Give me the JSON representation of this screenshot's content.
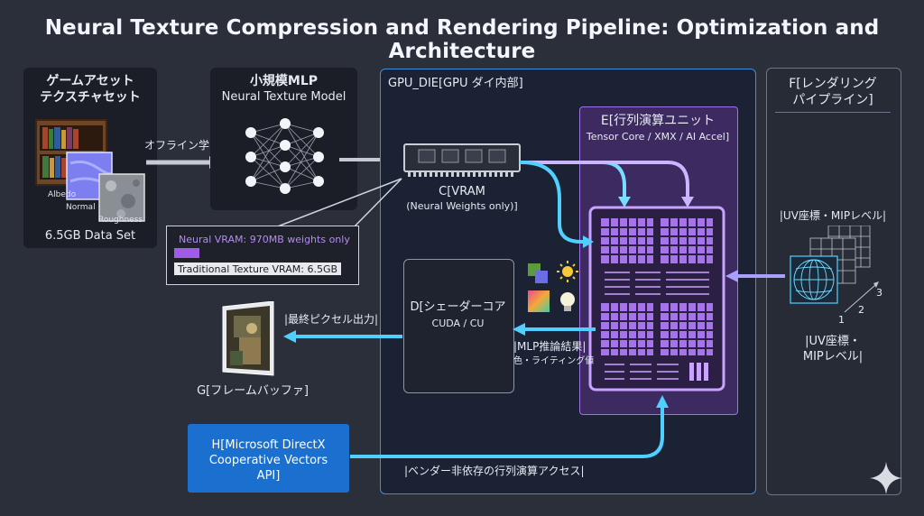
{
  "title": "Neural Texture Compression and Rendering Pipeline: Optimization and Architecture",
  "game_assets": {
    "line1": "ゲームアセット",
    "line2": "テクスチャセット",
    "albedo": "Albedo",
    "normal": "Normal",
    "roughness": "Roughness",
    "dataset": "6.5GB Data Set"
  },
  "offline_label": "オフライン学習",
  "mlp": {
    "line1": "小規模MLP",
    "line2": "Neural Texture Model"
  },
  "gpu_die": {
    "label": "GPU_DIE[GPU ダイ内部]"
  },
  "vram": {
    "line1": "C[VRAM",
    "line2": "(Neural Weights only)]",
    "neural": "Neural VRAM: 970MB weights only",
    "traditional": "Traditional Texture VRAM: 6.5GB"
  },
  "matrix_unit": {
    "line1": "E[行列演算ユニット",
    "line2": "Tensor Core / XMX / AI Accel]"
  },
  "shader": {
    "line1": "D[シェーダーコア",
    "line2": "CUDA / CU"
  },
  "mlp_result": {
    "line1": "|MLP推論結果|",
    "line2": "色・ライティング値"
  },
  "final_output": "|最終ピクセル出力|",
  "frame_buffer": "G[フレームバッファ]",
  "api": {
    "line1": "H[Microsoft DirectX",
    "line2": "Cooperative Vectors",
    "line3": "API]"
  },
  "vendor_access": "|ベンダー非依存の行列演算アクセス|",
  "render_pipeline": {
    "line1": "F[レンダリング",
    "line2": "パイプライン]",
    "uv_top": "|UV座標・MIPレベル|",
    "uv_bottom1": "|UV座標・",
    "uv_bottom2": "MIPレベル|",
    "mip1": "1",
    "mip2": "2",
    "mip3": "3"
  },
  "colors": {
    "background": "#2b2f3a",
    "panel_dark": "#1b1e26",
    "gpu_border": "#3f8fd8",
    "matrix_purple": "#a071e6",
    "cyan_arrow": "#4fd0ff",
    "api_blue": "#1a6fcf",
    "weights_bar": "#9f5ce6"
  },
  "vram_share": {
    "neural_mb": 970,
    "traditional_mb": 6500
  }
}
